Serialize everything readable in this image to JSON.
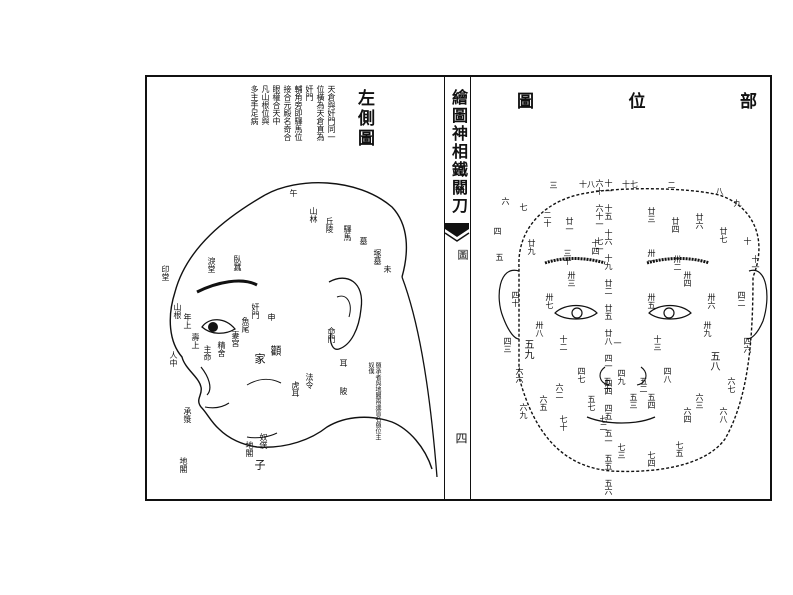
{
  "spine": {
    "title": "繪圖神相鐵關刀",
    "label": "圖",
    "page": "四"
  },
  "left_page": {
    "title": "左側圖",
    "note_lines": [
      "天倉與奸門同一",
      "位橫為天倉直為",
      "奸門",
      "輔角旁即驛馬位",
      "接合元殿名奇合",
      "眼權合天中",
      "凡山根位與",
      "多主手足病"
    ],
    "labels": {
      "ear_top": "午",
      "top_1": "山林",
      "top_2": "丘陵",
      "top_3": "驛馬",
      "top_4": "墓",
      "top_5": "塚墓",
      "back_1": "未",
      "left_1": "印堂",
      "left_2": "山根",
      "left_3": "年上",
      "left_4": "壽上",
      "left_5": "人中",
      "left_6": "承漿",
      "left_7": "地閣",
      "eye_1": "淚堂",
      "eye_2": "臥蠶",
      "eye_3": "精舍",
      "eye_4": "妻宮",
      "eye_5": "主命",
      "eye_6": "奸門",
      "eye_7": "魚尾",
      "cheek_1": "顴",
      "cheek_2": "家",
      "cheek_3": "申",
      "cheek_4": "命門",
      "cheek_5": "耳",
      "cheek_6": "陂",
      "cheek_7": "法令",
      "cheek_8": "虎耳",
      "chin_1": "奴僕",
      "chin_2": "子",
      "chin_3": "地閣"
    },
    "small_note": "頤承者與地閣兩邊皆名頤位主奴僕"
  },
  "right_page": {
    "title": [
      "部",
      "位",
      "圖"
    ],
    "center_column": [
      "十一",
      "十五",
      "十六",
      "十九",
      "廿二",
      "廿五",
      "廿八",
      "四一",
      "四四",
      "四五",
      "五一",
      "五五",
      "五六",
      "六十",
      "六十一",
      "七一"
    ],
    "numbers": {
      "n1": "一",
      "n2": "二",
      "n3": "三",
      "n4": "四",
      "n5": "五",
      "n6": "六",
      "n7": "七",
      "n8": "八",
      "n9": "九",
      "n10": "十",
      "n11": "十一",
      "n12": "十二",
      "n13": "十三",
      "n14": "十四",
      "n17": "十七",
      "n18": "十八",
      "n20": "二十",
      "n21": "廿一",
      "n23": "廿三",
      "n24": "廿四",
      "n26": "廿六",
      "n27": "廿七",
      "n29": "廿九",
      "n30": "三十",
      "n31": "卅一",
      "n32": "卅二",
      "n33": "卅三",
      "n34": "卅四",
      "n35": "卅五",
      "n36": "卅六",
      "n37": "卅七",
      "n38": "卅八",
      "n39": "卅九",
      "n40": "四十",
      "n42": "四二",
      "n43": "四三",
      "n46": "四六",
      "n47": "四七",
      "n48": "四八",
      "n49": "四九",
      "n50": "五十",
      "n52": "五二",
      "n53": "五三",
      "n54": "五四",
      "n57": "五七",
      "n58": "五八",
      "n59": "五九",
      "n62": "六二",
      "n63": "六三",
      "n64": "六四",
      "n65": "六五",
      "n66": "六六",
      "n67": "六七",
      "n68": "六八",
      "n69": "六九",
      "n70": "七十",
      "n72": "七二",
      "n73": "七三",
      "n74": "七四",
      "n75": "七五"
    }
  }
}
